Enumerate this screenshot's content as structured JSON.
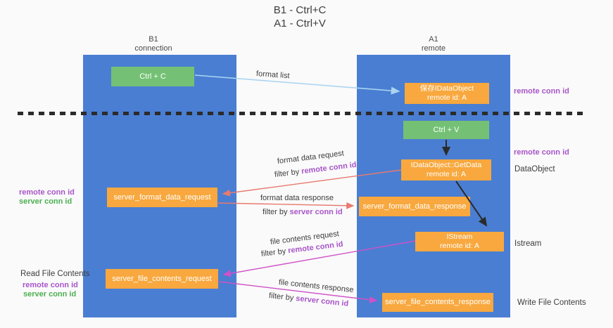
{
  "title": {
    "line1": "B1 - Ctrl+C",
    "line2": "A1 - Ctrl+V"
  },
  "lifelines": {
    "b1": {
      "name": "B1",
      "role": "connection"
    },
    "a1": {
      "name": "A1",
      "role": "remote"
    }
  },
  "nodes": {
    "ctrl_c": {
      "label": "Ctrl + C"
    },
    "save_idataobject": {
      "line1": "保存IDataObject",
      "line2": "remote id: A"
    },
    "ctrl_v": {
      "label": "Ctrl + V"
    },
    "getdata": {
      "line1": "IDataObject::GetData",
      "line2": "remote id: A"
    },
    "server_format_data_request": {
      "label": "server_format_data_request"
    },
    "server_format_data_response": {
      "label": "server_format_data_response"
    },
    "istream": {
      "line1": "IStream",
      "line2": "remote id: A"
    },
    "server_file_contents_request": {
      "label": "server_file_contents_request"
    },
    "server_file_contents_response": {
      "label": "server_file_contents_response"
    }
  },
  "arrow_labels": {
    "format_list": "format list",
    "format_data_request": "format data request",
    "format_data_response": "format data response",
    "file_contents_request": "file contents request",
    "file_contents_response": "file contents response",
    "filter_by": "filter by ",
    "remote_conn_id": "remote conn id",
    "server_conn_id": "server conn id"
  },
  "annotations": {
    "remote_conn_id": "remote conn id",
    "server_conn_id": "server conn id",
    "dataobject": "DataObject",
    "istream": "Istream",
    "read_file_contents": "Read File Contents",
    "write_file_contents": "Write File Contents"
  },
  "colors": {
    "lifeline_blue": "#4a7ed2",
    "box_green": "#74c175",
    "box_orange": "#f8a83e",
    "arrow_light_blue": "#aad4f0",
    "arrow_red": "#e87a70",
    "arrow_magenta": "#cf52c8",
    "arrow_black": "#2b2b2b",
    "label_purple": "#a855c8",
    "label_green": "#4caf50"
  }
}
